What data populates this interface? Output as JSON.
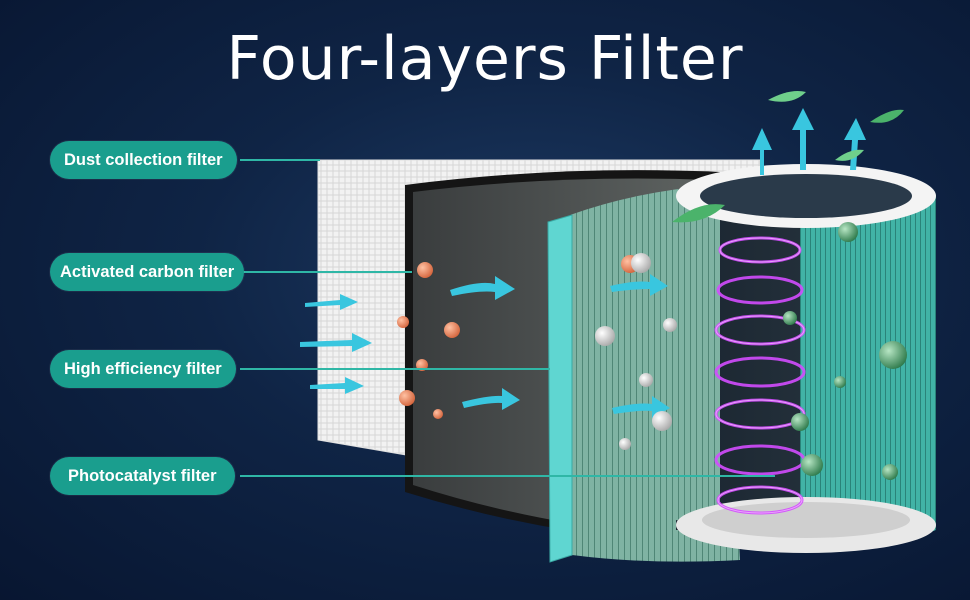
{
  "title": "Four-layers Filter",
  "labels": [
    "Dust collection filter",
    "Activated carbon filter",
    "High efficiency filter",
    "Photocatalyst filter"
  ],
  "colors": {
    "label_bg": "#1a9e8e",
    "leader_line": "#2fb7a6",
    "arrow": "#39c6df",
    "uv_glow": "#d34cff",
    "particle_orange": "#e07a52",
    "particle_green": "#3b8c5c"
  }
}
